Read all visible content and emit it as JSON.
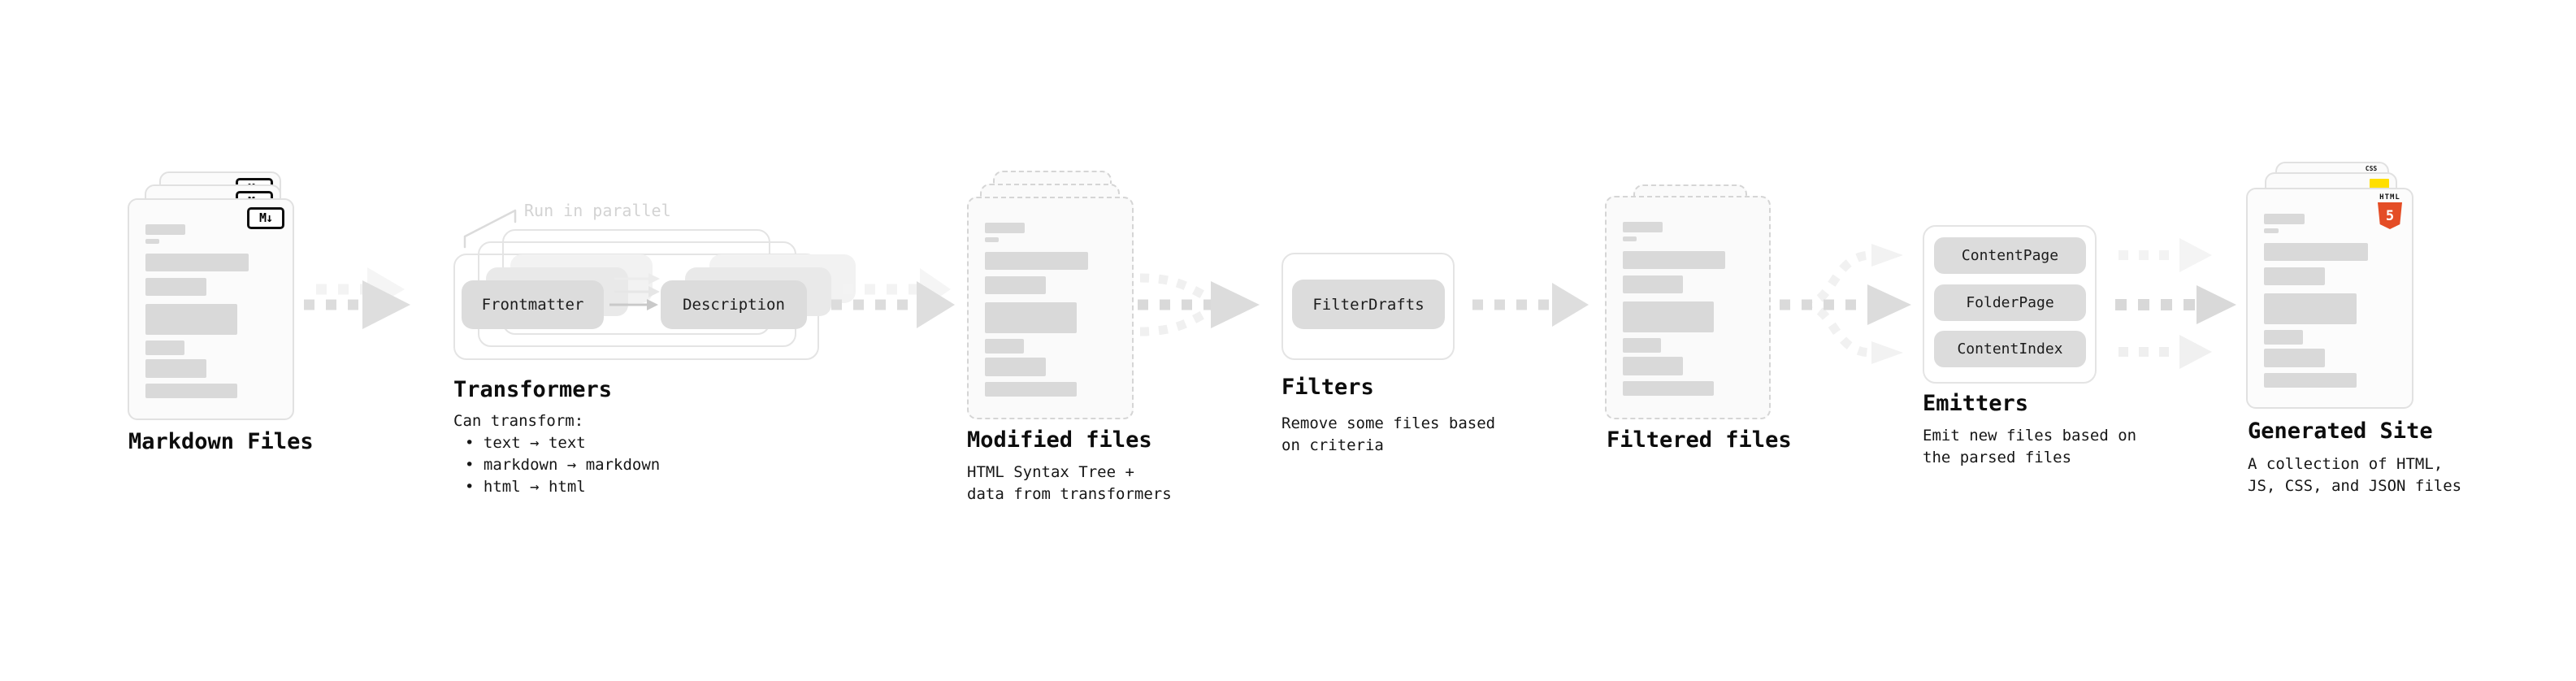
{
  "colors": {
    "background": "#ffffff",
    "placeholder_bar_gray": "#d9d9d9",
    "pill_gray": "#dcdcdc",
    "outline_gray": "#e4e4e4",
    "arrow_gray": "#dcdcdc",
    "arrow_light_gray": "#f2f2f2",
    "annotation_gray": "#d3d3d3",
    "html5_orange": "#e44d26",
    "js_yellow": "#ffdf00",
    "css_blue": "#2d6ae3"
  },
  "stages": {
    "markdown": {
      "title": "Markdown Files",
      "badge": "M↓"
    },
    "transformers": {
      "title": "Transformers",
      "annotation": "Run in parallel",
      "pills": {
        "frontmatter": "Frontmatter",
        "description": "Description"
      },
      "desc_heading": "Can transform:",
      "bullets": [
        "• text → text",
        "• markdown → markdown",
        "• html → html"
      ]
    },
    "modified": {
      "title": "Modified files",
      "desc_lines": [
        "HTML Syntax Tree +",
        "data from transformers"
      ]
    },
    "filters": {
      "title": "Filters",
      "pills": {
        "filter_drafts": "FilterDrafts"
      },
      "desc_lines": [
        "Remove some files based",
        "on criteria"
      ]
    },
    "filtered": {
      "title": "Filtered files"
    },
    "emitters": {
      "title": "Emitters",
      "pills": {
        "content_page": "ContentPage",
        "folder_page": "FolderPage",
        "content_index": "ContentIndex"
      },
      "desc_lines": [
        "Emit new files based on",
        "the parsed files"
      ]
    },
    "generated": {
      "title": "Generated Site",
      "badges": {
        "css": "CSS",
        "html_word": "HTML",
        "html_number": "5"
      },
      "desc_lines": [
        "A collection of HTML,",
        "JS, CSS, and JSON files"
      ]
    }
  }
}
